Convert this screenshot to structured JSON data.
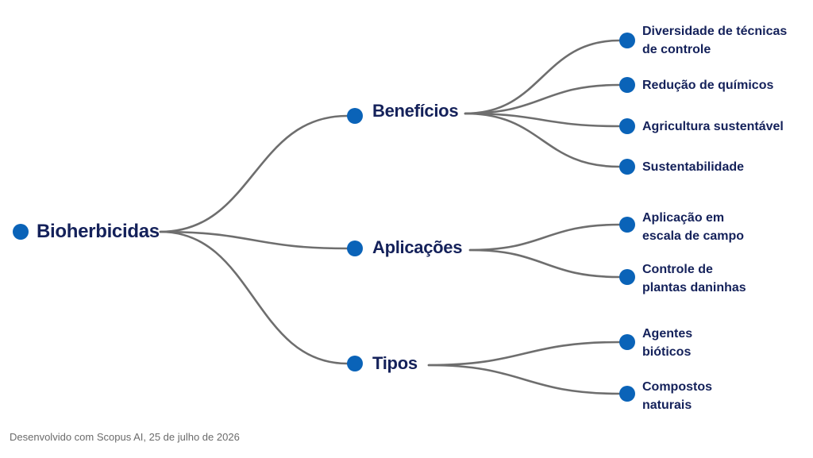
{
  "diagram": {
    "root": {
      "label": "Bioherbicidas"
    },
    "branches": [
      {
        "label": "Benefícios",
        "children": [
          {
            "lines": [
              "Diversidade de técnicas",
              "de controle"
            ]
          },
          {
            "lines": [
              "Redução de químicos"
            ]
          },
          {
            "lines": [
              "Agricultura sustentável"
            ]
          },
          {
            "lines": [
              "Sustentabilidade"
            ]
          }
        ]
      },
      {
        "label": "Aplicações",
        "children": [
          {
            "lines": [
              "Aplicação em",
              "escala de campo"
            ]
          },
          {
            "lines": [
              "Controle de",
              "plantas daninhas"
            ]
          }
        ]
      },
      {
        "label": "Tipos",
        "children": [
          {
            "lines": [
              "Agentes",
              "bióticos"
            ]
          },
          {
            "lines": [
              "Compostos",
              "naturais"
            ]
          }
        ]
      }
    ]
  },
  "colors": {
    "node": "#0a63b8",
    "text": "#14215a",
    "edge": "#6e6e6e"
  },
  "footer": {
    "text": "Desenvolvido com Scopus AI, 25 de julho de 2026"
  }
}
